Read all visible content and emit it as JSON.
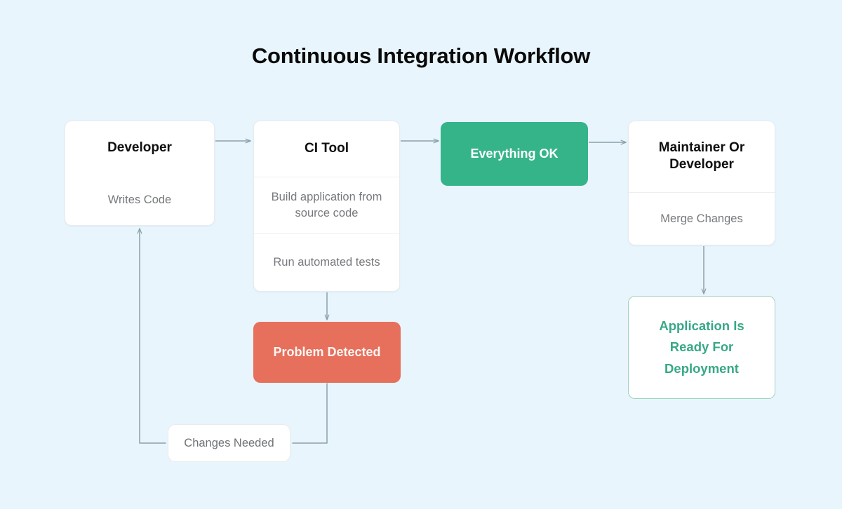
{
  "title": "Continuous Integration Workflow",
  "theme": {
    "background": "#e9f5fc",
    "card_background": "#ffffff",
    "card_border": "#e7ebee",
    "title_color": "#0a0a0a",
    "muted_text": "#75797d",
    "success_green": "#35b489",
    "success_text_green": "#37a887",
    "success_border_green": "#9ed3bd",
    "error_red": "#e6705c",
    "connector_gray": "#8aa0ab"
  },
  "nodes": {
    "developer": {
      "header": "Developer",
      "rows": [
        "Writes Code"
      ]
    },
    "ci_tool": {
      "header": "CI Tool",
      "rows": [
        "Build application from source code",
        "Run automated tests"
      ]
    },
    "everything_ok": {
      "label": "Everything OK"
    },
    "maintainer": {
      "header": "Maintainer Or Developer",
      "rows": [
        "Merge Changes"
      ]
    },
    "problem_detected": {
      "label": "Problem Detected"
    },
    "app_ready": {
      "label": "Application Is Ready For Deployment"
    },
    "changes_needed": {
      "label": "Changes Needed"
    }
  },
  "edges": [
    {
      "name": "developer-to-ci-tool",
      "from": "developer",
      "to": "ci_tool",
      "arrow": true
    },
    {
      "name": "ci-tool-to-everything-ok",
      "from": "ci_tool",
      "to": "everything_ok",
      "arrow": true
    },
    {
      "name": "everything-ok-to-maintainer",
      "from": "everything_ok",
      "to": "maintainer",
      "arrow": true
    },
    {
      "name": "ci-tool-to-problem-detected",
      "from": "ci_tool",
      "to": "problem_detected",
      "arrow": true
    },
    {
      "name": "maintainer-to-app-ready",
      "from": "maintainer",
      "to": "app_ready",
      "arrow": true
    },
    {
      "name": "problem-detected-to-changes-needed",
      "from": "problem_detected",
      "to": "changes_needed",
      "arrow": false
    },
    {
      "name": "changes-needed-to-developer",
      "from": "changes_needed",
      "to": "developer",
      "arrow": true
    }
  ]
}
